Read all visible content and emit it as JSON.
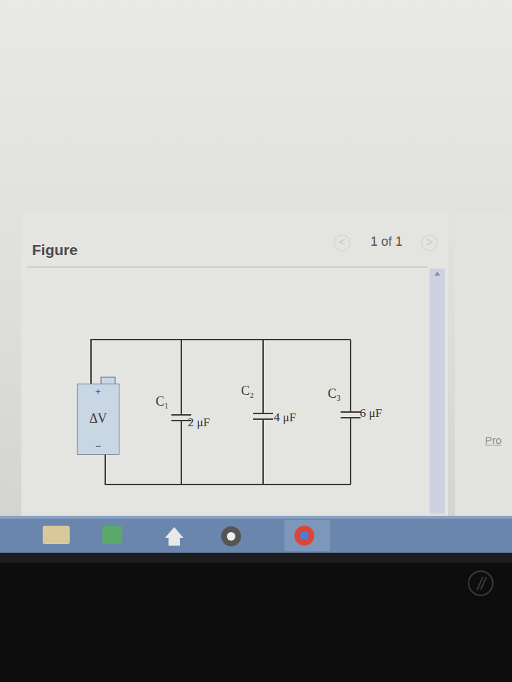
{
  "diagram": {
    "title": "Figure",
    "nodes": [
      {
        "text": [
          "+",
          "ΔV",
          "−"
        ]
      }
    ],
    "labels": [
      "1 of 1",
      "<",
      ">",
      "C₁",
      "2 μF",
      "C₂",
      "4 μF",
      "C₃",
      "6 μF",
      "Pro"
    ]
  }
}
